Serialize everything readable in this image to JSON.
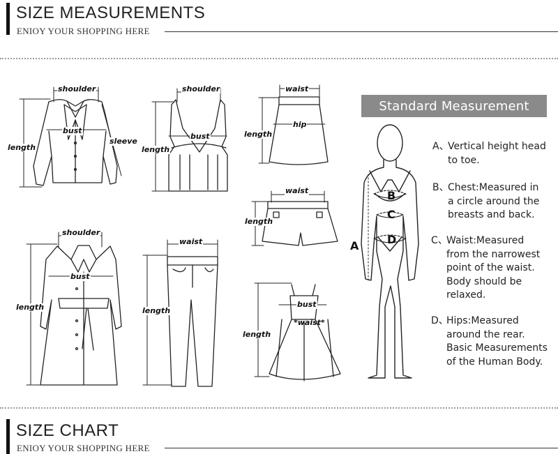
{
  "header1": {
    "title": "SIZE MEASUREMENTS",
    "subtitle": "ENIOY YOUR SHOPPING HERE"
  },
  "labels": {
    "shoulder": "shoulder",
    "bust": "bust",
    "length": "length",
    "sleeve": "sleeve",
    "waist": "waist",
    "hip": "hip",
    "waist_star": "*waist*"
  },
  "standard": {
    "title": "Standard Measurement",
    "items": [
      {
        "key": "A、",
        "lines": [
          "Vertical height head",
          "to toe."
        ]
      },
      {
        "key": "B、",
        "lines": [
          "Chest:Measured in",
          "a circle around the",
          "breasts and back."
        ]
      },
      {
        "key": "C、",
        "lines": [
          "Waist:Measured",
          "from the narrowest",
          "point of the waist.",
          "Body should be",
          "relaxed."
        ]
      },
      {
        "key": "D、",
        "lines": [
          "Hips:Measured",
          "around the rear.",
          "Basic Measurements",
          "of the Human Body."
        ]
      }
    ]
  },
  "body_points": {
    "a": "A",
    "b": "B",
    "c": "C",
    "d": "D"
  },
  "header2": {
    "title": "SIZE CHART",
    "subtitle": "ENIOY YOUR SHOPPING HERE"
  }
}
